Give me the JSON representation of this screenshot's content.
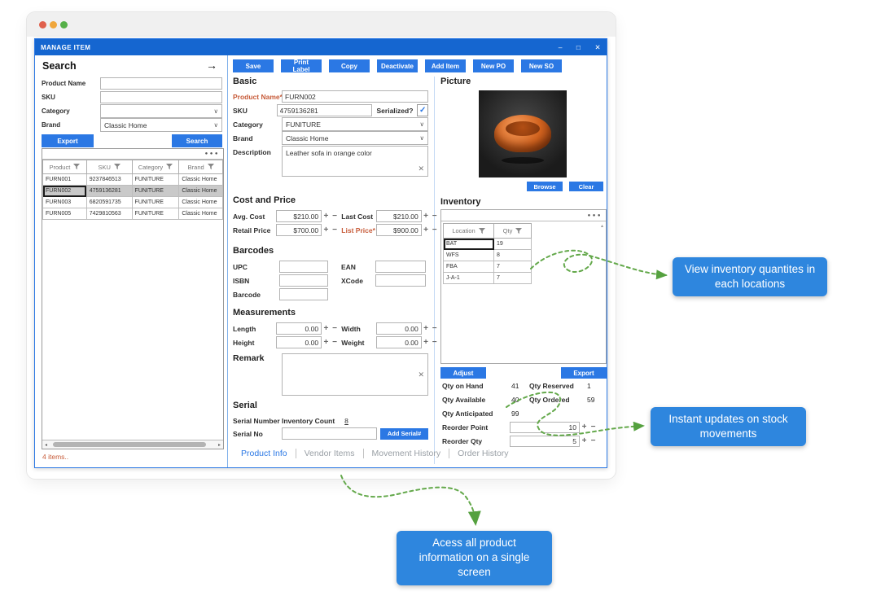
{
  "window": {
    "title": "MANAGE ITEM",
    "controls": {
      "minimize": "–",
      "maximize": "□",
      "close": "✕"
    }
  },
  "toolbar": {
    "buttons": [
      "Save",
      "Print Label",
      "Copy",
      "Deactivate",
      "Add Item",
      "New PO",
      "New SO"
    ]
  },
  "icons": {
    "search_arrow": "→",
    "dropdown_chevron": "∨",
    "checkbox_check": "✓",
    "clear_x": "✕",
    "stepper_plus": "+",
    "stepper_minus": "−",
    "panel_dots": "●●●",
    "scroll_left": "◂",
    "scroll_right": "▸",
    "scroll_up": "▴"
  },
  "search_panel": {
    "title": "Search",
    "product_name_label": "Product Name",
    "sku_label": "SKU",
    "category_label": "Category",
    "brand_label": "Brand",
    "brand_value": "Classic Home",
    "export_button": "Export",
    "search_button": "Search",
    "table": {
      "columns": [
        "Product",
        "SKU",
        "Category",
        "Brand"
      ],
      "rows": [
        [
          "FURN001",
          "9237846513",
          "FUNITURE",
          "Classic Home"
        ],
        [
          "FURN002",
          "4759136281",
          "FUNITURE",
          "Classic Home"
        ],
        [
          "FURN003",
          "6820591735",
          "FUNITURE",
          "Classic Home"
        ],
        [
          "FURN005",
          "7429810563",
          "FUNITURE",
          "Classic Home"
        ]
      ],
      "selected_row_index": 1
    },
    "footer": "4 items.."
  },
  "basic": {
    "title": "Basic",
    "product_name_label": "Product Name*",
    "product_name": "FURN002",
    "sku_label": "SKU",
    "sku": "4759136281",
    "serialized_label": "Serialized?",
    "category_label": "Category",
    "category": "FUNITURE",
    "brand_label": "Brand",
    "brand": "Classic Home",
    "description_label": "Description",
    "description": "Leather sofa in orange color"
  },
  "cost": {
    "title": "Cost and Price",
    "avg_cost_label": "Avg. Cost",
    "avg_cost": "$210.00",
    "last_cost_label": "Last Cost",
    "last_cost": "$210.00",
    "retail_price_label": "Retail Price",
    "retail_price": "$700.00",
    "list_price_label": "List Price*",
    "list_price": "$900.00"
  },
  "barcodes": {
    "title": "Barcodes",
    "upc_label": "UPC",
    "ean_label": "EAN",
    "isbn_label": "ISBN",
    "xcode_label": "XCode",
    "barcode_label": "Barcode"
  },
  "measurements": {
    "title": "Measurements",
    "length_label": "Length",
    "length": "0.00",
    "width_label": "Width",
    "width": "0.00",
    "height_label": "Height",
    "height": "0.00",
    "weight_label": "Weight",
    "weight": "0.00"
  },
  "remark": {
    "label": "Remark"
  },
  "serial": {
    "title": "Serial",
    "inventory_count_label": "Serial Number Inventory Count",
    "inventory_count": "8",
    "serial_no_label": "Serial No",
    "add_serial_button": "Add Serial#"
  },
  "picture": {
    "title": "Picture",
    "browse_button": "Browse",
    "clear_button": "Clear"
  },
  "inventory": {
    "title": "Inventory",
    "columns": [
      "Location",
      "Qty"
    ],
    "rows": [
      [
        "BAT",
        "19"
      ],
      [
        "WFS",
        "8"
      ],
      [
        "FBA",
        "7"
      ],
      [
        "J-A-1",
        "7"
      ]
    ],
    "adjust_button": "Adjust",
    "export_button": "Export",
    "stats": [
      {
        "label": "Qty on Hand",
        "value": "41"
      },
      {
        "label": "Qty Reserved",
        "value": "1"
      },
      {
        "label": "Qty Available",
        "value": "40"
      },
      {
        "label": "Qty Ordered",
        "value": "59"
      },
      {
        "label": "Qty Anticipated",
        "value": "99"
      }
    ],
    "reorder_point_label": "Reorder Point",
    "reorder_point": "10",
    "reorder_qty_label": "Reorder Qty",
    "reorder_qty": "5"
  },
  "tabs": {
    "items": [
      {
        "label": "Product Info",
        "active": true
      },
      {
        "label": "Vendor Items",
        "active": false
      },
      {
        "label": "Movement History",
        "active": false
      },
      {
        "label": "Order History",
        "active": false
      }
    ]
  },
  "callouts": [
    {
      "text": "View inventory quantites in each locations"
    },
    {
      "text": "Instant updates on stock movements"
    },
    {
      "text": "Acess all product information on a single screen"
    }
  ],
  "colors": {
    "titlebar_blue": "#1566d0",
    "button_blue": "#2b78e4",
    "callout_blue": "#2e86de",
    "arrow_green": "#63a84a",
    "required_orange": "#c75b39"
  }
}
